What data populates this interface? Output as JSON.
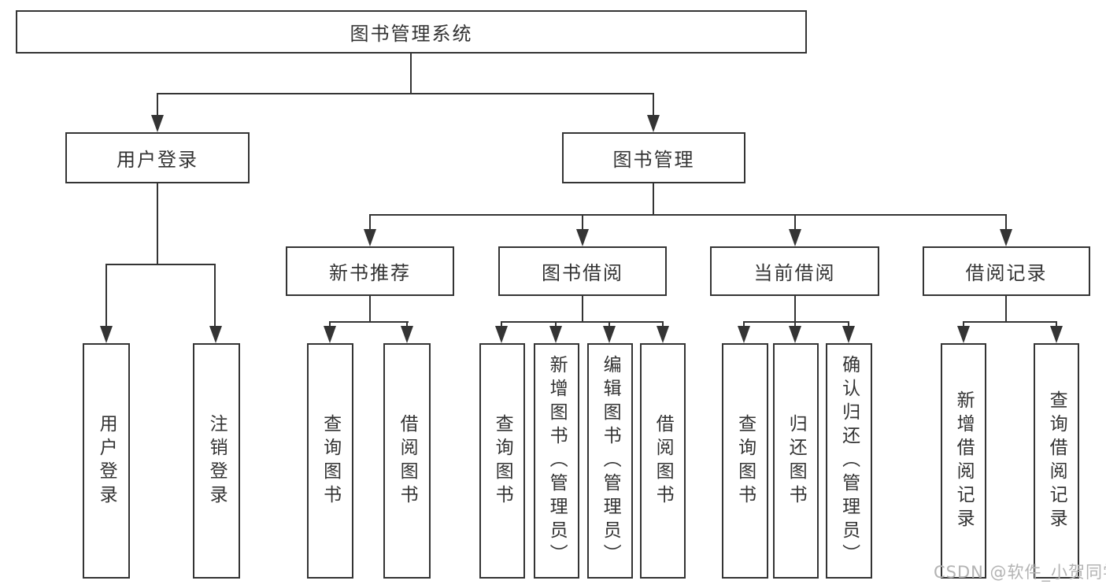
{
  "diagram": {
    "root": {
      "label": "图书管理系统"
    },
    "branches": [
      {
        "label": "用户登录",
        "children": [
          {
            "label": "用户登录"
          },
          {
            "label": "注销登录"
          }
        ]
      },
      {
        "label": "图书管理",
        "children": [
          {
            "label": "新书推荐",
            "children": [
              {
                "label": "查询图书"
              },
              {
                "label": "借阅图书"
              }
            ]
          },
          {
            "label": "图书借阅",
            "children": [
              {
                "label": "查询图书"
              },
              {
                "label": "新增图书（管理员）"
              },
              {
                "label": "编辑图书（管理员）"
              },
              {
                "label": "借阅图书"
              }
            ]
          },
          {
            "label": "当前借阅",
            "children": [
              {
                "label": "查询图书"
              },
              {
                "label": "归还图书"
              },
              {
                "label": "确认归还（管理员）"
              }
            ]
          },
          {
            "label": "借阅记录",
            "children": [
              {
                "label": "新增借阅记录"
              },
              {
                "label": "查询借阅记录"
              }
            ]
          }
        ]
      }
    ]
  },
  "watermark": {
    "text": "CSDN @软件_小贺同学"
  },
  "colors": {
    "line": "#343434",
    "text": "#333333",
    "background": "#ffffff",
    "watermark": "#b3b3b3"
  }
}
